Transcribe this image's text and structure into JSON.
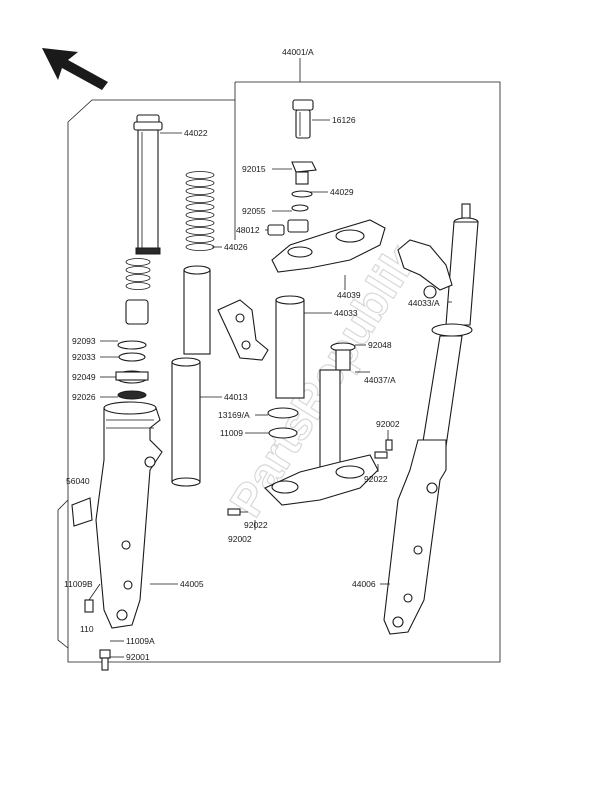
{
  "labels": {
    "l44001A": "44001/A",
    "l16126": "16126",
    "l44022": "44022",
    "l92015": "92015",
    "l44029": "44029",
    "l92055": "92055",
    "l48012": "48012",
    "l44026": "44026",
    "l44039": "44039",
    "l44033A": "44033/A",
    "l44033": "44033",
    "l92048": "92048",
    "l44037A": "44037/A",
    "l92093": "92093",
    "l92033": "92033",
    "l92049": "92049",
    "l92026": "92026",
    "l44013": "44013",
    "l13169A": "13169/A",
    "l11009": "11009",
    "l92002a": "92002",
    "l92022a": "92022",
    "l56040": "56040",
    "l92022b": "92022",
    "l92002b": "92002",
    "l11009B": "11009B",
    "l110": "110",
    "l44005": "44005",
    "l44006": "44006",
    "l11009A": "11009A",
    "l92001": "92001"
  },
  "watermark": "PartsRepublik",
  "icons": {
    "direction": "front-arrow-icon"
  }
}
